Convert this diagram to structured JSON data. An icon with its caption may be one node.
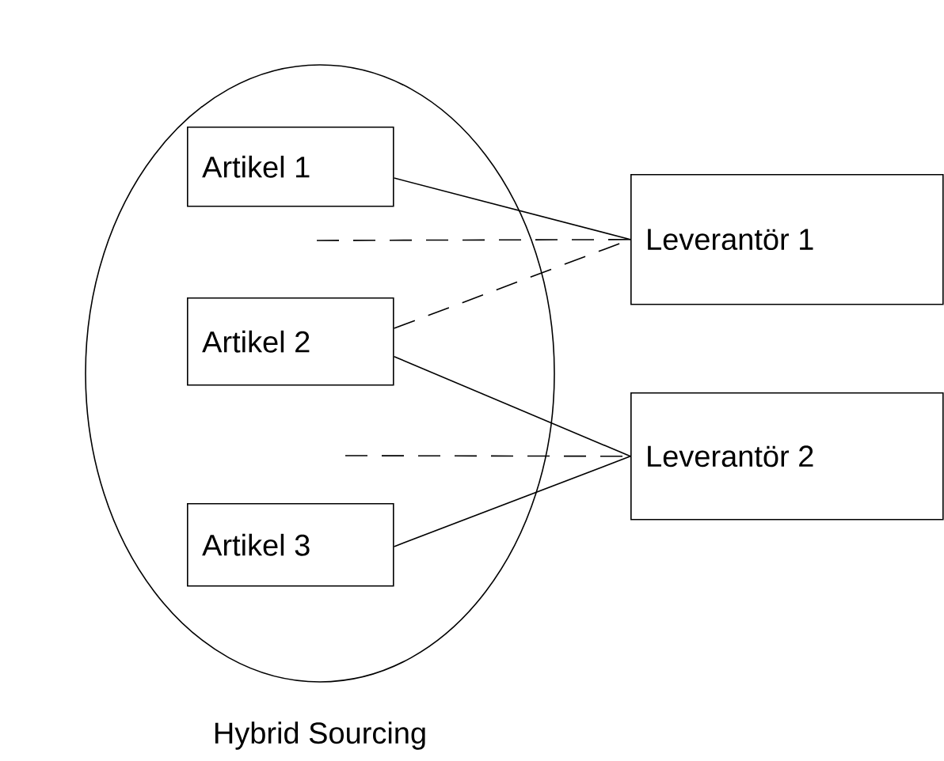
{
  "diagram": {
    "nodes": [
      {
        "text": [
          "Hybrid Sourcing"
        ]
      },
      {
        "text": [
          "Artikel 1"
        ],
        "in": 0
      },
      {
        "text": [
          "Artikel 2"
        ],
        "in": 0
      },
      {
        "text": [
          "Artikel 3"
        ],
        "in": 0
      },
      {
        "text": [
          "Leverantör 1"
        ]
      },
      {
        "text": [
          "Leverantör 2"
        ]
      }
    ],
    "edges": [
      {
        "from": 1,
        "to": 4,
        "arrow": "none"
      },
      {
        "from": null,
        "to": 4,
        "arrow": "none",
        "style": "dashed"
      },
      {
        "from": 2,
        "to": 4,
        "arrow": "none",
        "style": "dashed"
      },
      {
        "from": 2,
        "to": 5,
        "arrow": "none"
      },
      {
        "from": null,
        "to": 5,
        "arrow": "none",
        "style": "dashed"
      },
      {
        "from": 3,
        "to": 5,
        "arrow": "none"
      }
    ]
  }
}
